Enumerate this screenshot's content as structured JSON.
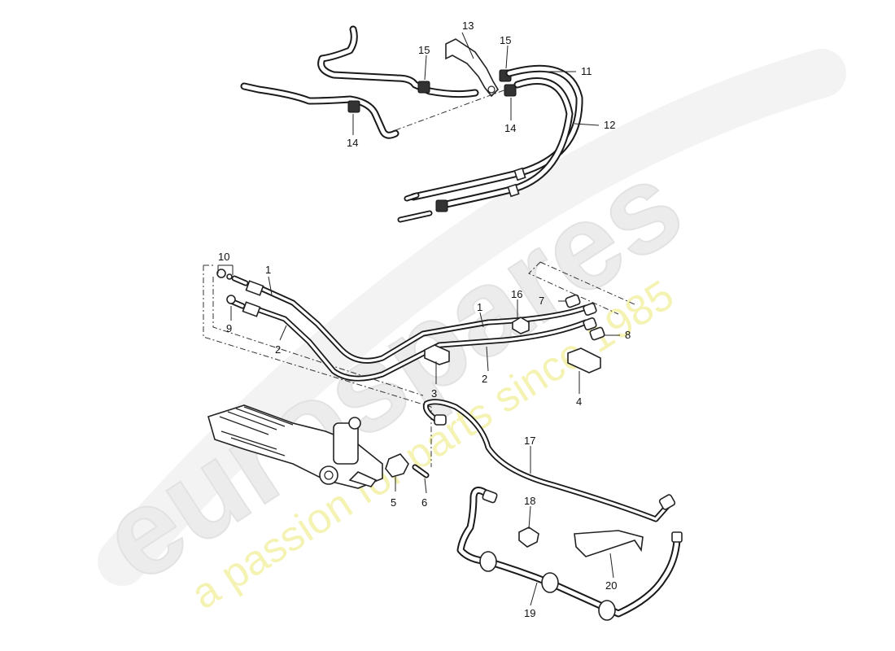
{
  "watermark": {
    "brand": "eurospares",
    "tagline": "a passion for parts since 1985"
  },
  "callouts": {
    "c1a": "1",
    "c1b": "1",
    "c2a": "2",
    "c2b": "2",
    "c3": "3",
    "c4": "4",
    "c5": "5",
    "c6": "6",
    "c7": "7",
    "c8": "8",
    "c9": "9",
    "c10": "10",
    "c11": "11",
    "c12": "12",
    "c13": "13",
    "c14a": "14",
    "c14b": "14",
    "c15a": "15",
    "c15b": "15",
    "c16": "16",
    "c17": "17",
    "c18": "18",
    "c19": "19",
    "c20": "20"
  }
}
